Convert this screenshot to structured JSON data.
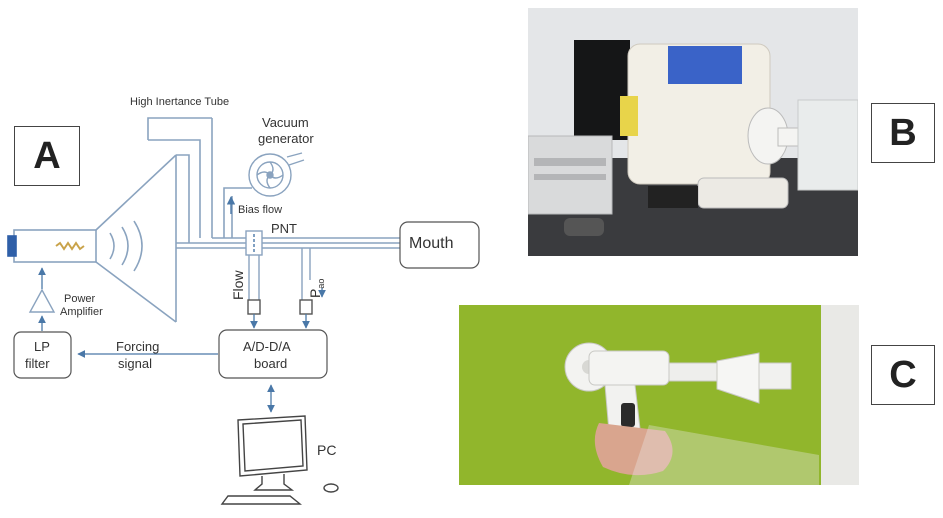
{
  "panels": {
    "a": {
      "letter": "A"
    },
    "b": {
      "letter": "B"
    },
    "c": {
      "letter": "C"
    }
  },
  "schematic": {
    "high_inertance_tube": "High Inertance Tube",
    "vacuum_generator_line1": "Vacuum",
    "vacuum_generator_line2": "generator",
    "bias_flow": "Bias flow",
    "pnt": "PNT",
    "mouth": "Mouth",
    "flow": "Flow",
    "pao_main": "P",
    "pao_sub": "ao",
    "power_amplifier_line1": "Power",
    "power_amplifier_line2": "Amplifier",
    "lp_filter_line1": "LP",
    "lp_filter_line2": "filter",
    "forcing_signal_line1": "Forcing",
    "forcing_signal_line2": "signal",
    "board_line1": "A/D-D/A",
    "board_line2": "board",
    "pc": "PC"
  },
  "colors": {
    "line": "#8aa3bf",
    "arrow": "#4a78a8",
    "box_stroke": "#555555",
    "loudspeaker_cap": "#2f5fa8",
    "photo_b_wall": "#e6e7e9",
    "photo_c_wall": "#8fb52a"
  }
}
